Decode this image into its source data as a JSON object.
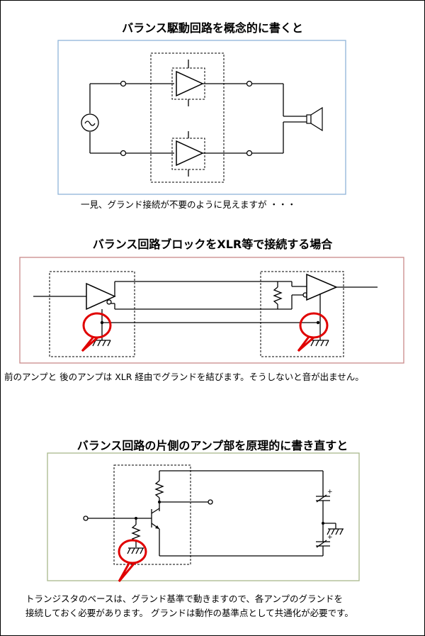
{
  "section1": {
    "title": "バランス駆動回路を概念的に書くと",
    "caption": "一見、グランド接続が不要のように見えますが ・・・"
  },
  "section2": {
    "title": "バランス回路ブロックをXLR等で接続する場合",
    "caption": "前のアンプと 後のアンプは XLR 経由でグランドを結びます。そうしないと音が出ません。"
  },
  "section3": {
    "title": "バランス回路の片側のアンプ部を原理的に書き直すと",
    "caption_line1": "トランジスタのベースは、グランド基準で動きますので、各アンプのグランドを",
    "caption_line2": "接続しておく必要があります。 グランドは動作の基準点として共通化が必要です。",
    "plus_top": "+",
    "plus_bottom": "+"
  },
  "colors": {
    "panel1_border": "#8fb4d8",
    "panel2_border": "#c98a8a",
    "panel3_border": "#a9b88c",
    "callout": "#e00000"
  }
}
